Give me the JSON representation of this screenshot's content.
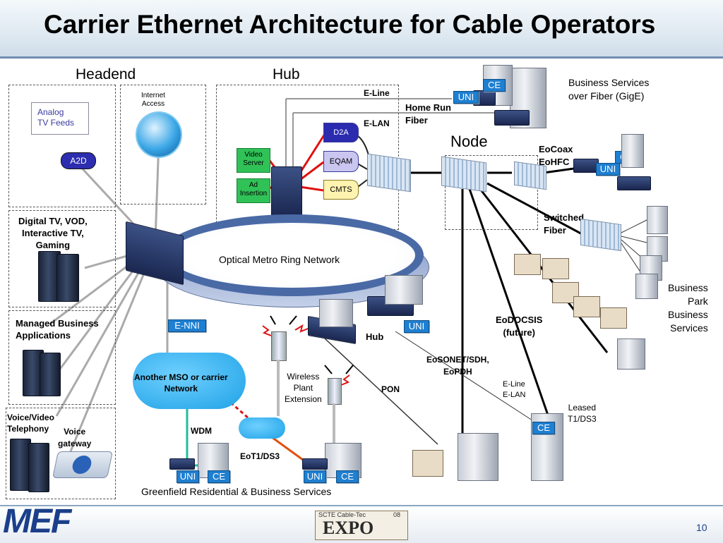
{
  "title": "Carrier Ethernet Architecture for Cable Operators",
  "sections": {
    "headend": "Headend",
    "hub": "Hub",
    "node": "Node"
  },
  "headend": {
    "analog_tv": "Analog\nTV Feeds",
    "a2d": "A2D",
    "internet_access": "Internet\nAccess",
    "digital_tv": "Digital TV, VOD,\nInteractive TV,\nGaming",
    "managed_business": "Managed Business\nApplications",
    "voice_video": "Voice/Video\nTelephony",
    "voice_gateway": "Voice\ngateway"
  },
  "hub": {
    "video_server": "Video\nServer",
    "ad_insertion": "Ad\nInsertion",
    "d2a": "D2A",
    "eqam": "EQAM",
    "cmts": "CMTS",
    "e_line": "E-Line",
    "e_lan": "E-LAN",
    "home_run_fiber": "Home Run\nFiber"
  },
  "business_fiber": {
    "label": "Business Services\nover Fiber (GigE)",
    "ce": "CE",
    "uni": "UNI"
  },
  "eocoax": {
    "label": "EoCoax\nEoHFC",
    "ce": "CE",
    "uni": "UNI"
  },
  "switched_fiber": "Switched\nFiber",
  "business_park": "Business\nPark\nBusiness\nServices",
  "ring": "Optical Metro Ring Network",
  "e_nni": "E-NNI",
  "another_mso": "Another MSO or carrier\nNetwork",
  "wireless": "Wireless\nPlant\nExtension",
  "lower_hub": {
    "label": "Hub",
    "uni": "UNI"
  },
  "eodocsis": "EoDOCSIS\n(future)",
  "eosonet": "EoSONET/SDH,\nEoPDH",
  "pon": "PON",
  "eline_elan": "E-Line\nE-LAN",
  "leased": "Leased\nT1/DS3",
  "leased_ce": "CE",
  "wdm": "WDM",
  "eot1": "EoT1/DS3",
  "greenfield": {
    "label": "Greenfield Residential & Business Services",
    "uni1": "UNI",
    "ce1": "CE",
    "uni2": "UNI",
    "ce2": "CE"
  },
  "footer": {
    "mef": "MEF",
    "expo_top": "SCTE Cable-Tec",
    "expo_year": "08",
    "expo": "EXPO",
    "page": "10"
  },
  "colors": {
    "tag_blue": "#1f7fd0",
    "green": "#30c257",
    "red_link": "#e01010",
    "ring": "#4a6aa6"
  }
}
